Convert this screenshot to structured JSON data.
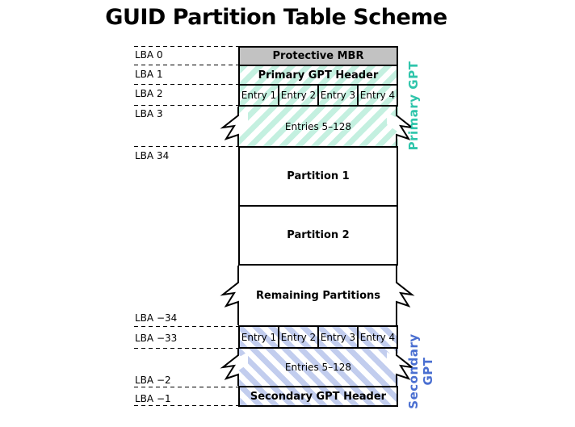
{
  "title": "GUID Partition Table Scheme",
  "colors": {
    "mbr-fill": "#c2c2c2",
    "primary-stripe": "#c4f0e0",
    "secondary-stripe": "#c2cdee",
    "primary-label": "#2fc5ab",
    "secondary-label": "#4a6fd1"
  },
  "lba_labels": {
    "l0": "LBA 0",
    "l1": "LBA 1",
    "l2": "LBA 2",
    "l3": "LBA 3",
    "l34": "LBA 34",
    "ln34": "LBA −34",
    "ln33": "LBA −33",
    "ln2": "LBA −2",
    "ln1": "LBA −1"
  },
  "boxes": {
    "protective_mbr": "Protective MBR",
    "primary_gpt_header": "Primary GPT Header",
    "primary_entries": [
      "Entry 1",
      "Entry 2",
      "Entry 3",
      "Entry 4"
    ],
    "primary_entries_rest": "Entries 5–128",
    "partition1": "Partition 1",
    "partition2": "Partition 2",
    "remaining_partitions": "Remaining Partitions",
    "secondary_entries": [
      "Entry 1",
      "Entry 2",
      "Entry 3",
      "Entry 4"
    ],
    "secondary_entries_rest": "Entries 5–128",
    "secondary_gpt_header": "Secondary GPT Header"
  },
  "side_labels": {
    "primary": "Primary GPT",
    "secondary": "Secondary GPT"
  }
}
